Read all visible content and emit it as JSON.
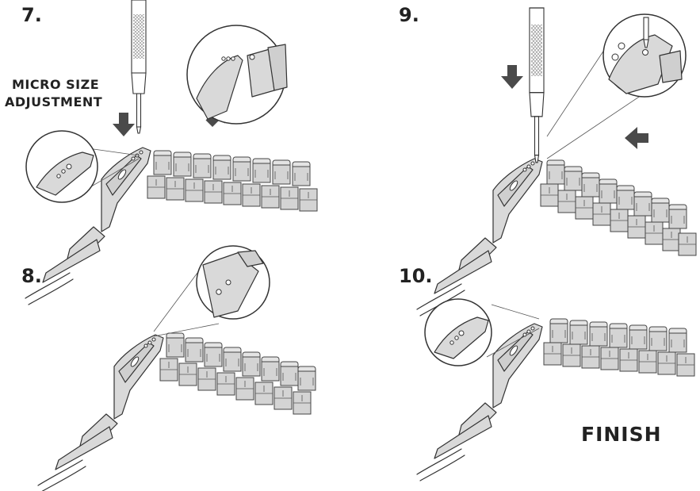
{
  "steps": [
    {
      "number": "7.",
      "note_line1": "MICRO SIZE",
      "note_line2": "ADJUSTMENT"
    },
    {
      "number": "8."
    },
    {
      "number": "9."
    },
    {
      "number": "10.",
      "finish_label": "FINISH"
    }
  ],
  "colors": {
    "ink": "#222222",
    "metal": "#d9d9d9",
    "arrow": "#4a4a4a",
    "background": "#ffffff"
  },
  "icons": [
    "screwdriver-icon",
    "push-arrow-icon",
    "magnifier-callout-icon"
  ]
}
